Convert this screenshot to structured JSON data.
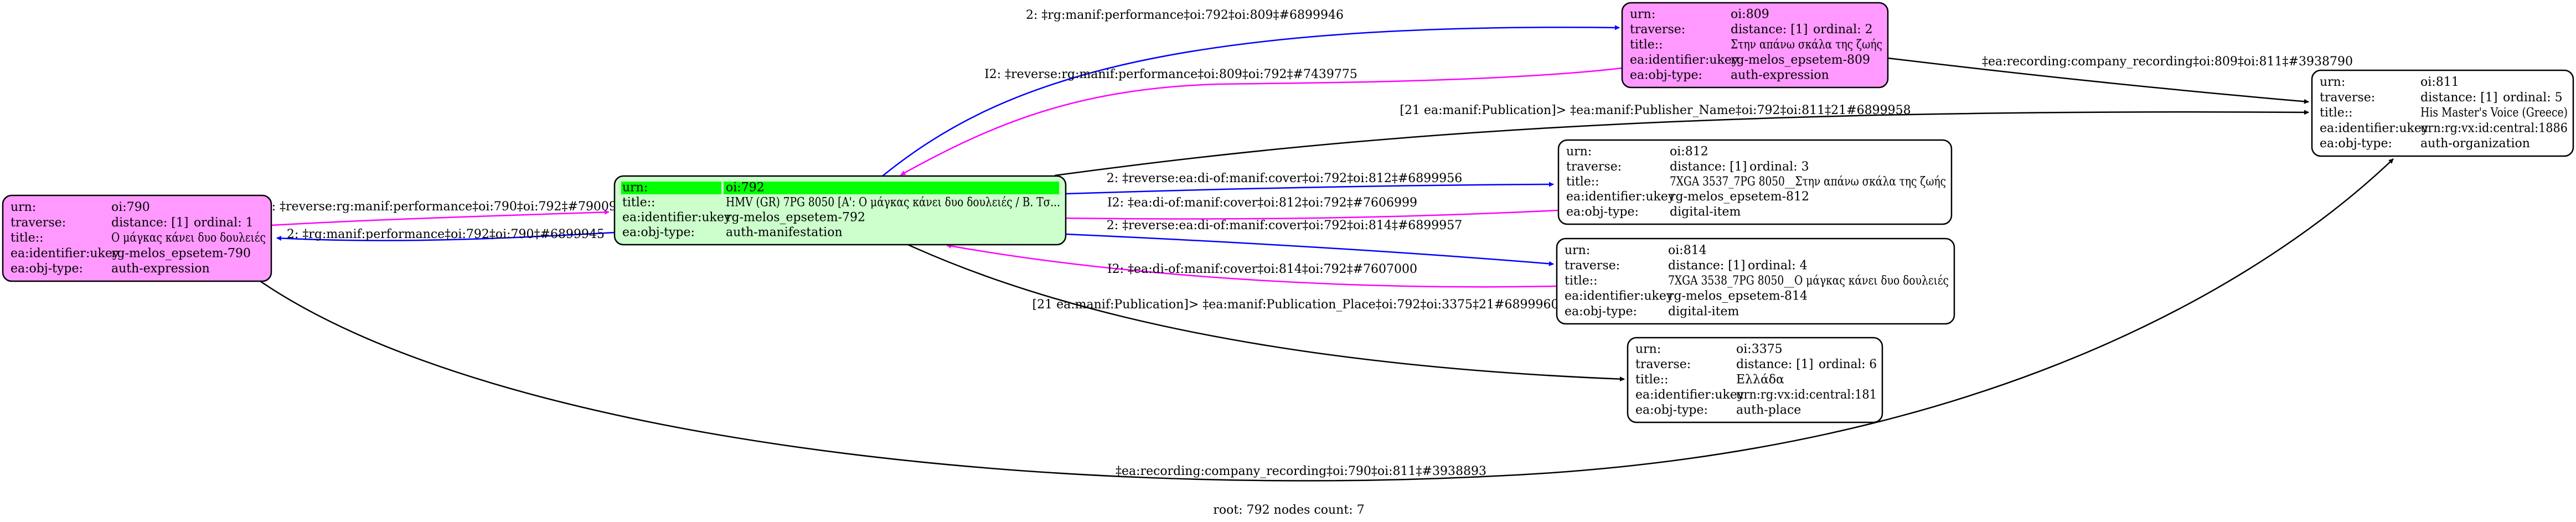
{
  "colors": {
    "expression_fill": "#ff99ff",
    "manifestation_fill": "#ccffcc",
    "root_highlight": "#00ff00",
    "plain_fill": "#ffffff",
    "edge_forward": "#0000ff",
    "edge_inverse": "#ff00ff",
    "edge_other": "#000000"
  },
  "graph": {
    "footer": "root: 792 nodes count: 7",
    "root": "oi:792",
    "node_count": 7
  },
  "nodes": [
    {
      "id": "oi:790",
      "fill": "expression_fill",
      "rows": [
        {
          "key": "urn:",
          "value": "oi:790"
        },
        {
          "key": "traverse:",
          "value": "distance: [1]",
          "extra": "ordinal: 1"
        },
        {
          "key": "title::",
          "value": "Ο μάγκας κάνει δυο δουλειές"
        },
        {
          "key": "ea:identifier:ukey",
          "value": "rg-melos_epsetem-790"
        },
        {
          "key": "ea:obj-type:",
          "value": "auth-expression"
        }
      ]
    },
    {
      "id": "oi:792",
      "fill": "manifestation_fill",
      "is_root": true,
      "rows": [
        {
          "key": "urn:",
          "value": "oi:792"
        },
        {
          "key": "title::",
          "value": "HMV (GR) 7PG 8050 [A': Ο μάγκας κάνει δυο δουλειές / B. Τσ..."
        },
        {
          "key": "ea:identifier:ukey",
          "value": "rg-melos_epsetem-792"
        },
        {
          "key": "ea:obj-type:",
          "value": "auth-manifestation"
        }
      ]
    },
    {
      "id": "oi:809",
      "fill": "expression_fill",
      "rows": [
        {
          "key": "urn:",
          "value": "oi:809"
        },
        {
          "key": "traverse:",
          "value": "distance: [1]",
          "extra": "ordinal: 2"
        },
        {
          "key": "title::",
          "value": "Στην απάνω σκάλα της ζωής"
        },
        {
          "key": "ea:identifier:ukey",
          "value": "rg-melos_epsetem-809"
        },
        {
          "key": "ea:obj-type:",
          "value": "auth-expression"
        }
      ]
    },
    {
      "id": "oi:811",
      "fill": "plain_fill",
      "rows": [
        {
          "key": "urn:",
          "value": "oi:811"
        },
        {
          "key": "traverse:",
          "value": "distance: [1]",
          "extra": "ordinal: 5"
        },
        {
          "key": "title::",
          "value": "His Master's Voice (Greece)"
        },
        {
          "key": "ea:identifier:ukey",
          "value": "urn:rg:vx:id:central:1886"
        },
        {
          "key": "ea:obj-type:",
          "value": "auth-organization"
        }
      ]
    },
    {
      "id": "oi:812",
      "fill": "plain_fill",
      "rows": [
        {
          "key": "urn:",
          "value": "oi:812"
        },
        {
          "key": "traverse:",
          "value": "distance: [1]",
          "extra": "ordinal: 3"
        },
        {
          "key": "title::",
          "value": "7XGA 3537_7PG 8050__Στην απάνω σκάλα της ζωής"
        },
        {
          "key": "ea:identifier:ukey",
          "value": "rg-melos_epsetem-812"
        },
        {
          "key": "ea:obj-type:",
          "value": "digital-item"
        }
      ]
    },
    {
      "id": "oi:814",
      "fill": "plain_fill",
      "rows": [
        {
          "key": "urn:",
          "value": "oi:814"
        },
        {
          "key": "traverse:",
          "value": "distance: [1]",
          "extra": "ordinal: 4"
        },
        {
          "key": "title::",
          "value": "7XGA 3538_7PG 8050__Ο μάγκας κάνει δυο δουλειές"
        },
        {
          "key": "ea:identifier:ukey",
          "value": "rg-melos_epsetem-814"
        },
        {
          "key": "ea:obj-type:",
          "value": "digital-item"
        }
      ]
    },
    {
      "id": "oi:3375",
      "fill": "plain_fill",
      "rows": [
        {
          "key": "urn:",
          "value": "oi:3375"
        },
        {
          "key": "traverse:",
          "value": "distance: [1]",
          "extra": "ordinal: 6"
        },
        {
          "key": "title::",
          "value": "Ελλάδα"
        },
        {
          "key": "ea:identifier:ukey",
          "value": "urn:rg:vx:id:central:181"
        },
        {
          "key": "ea:obj-type:",
          "value": "auth-place"
        }
      ]
    }
  ],
  "edges": [
    {
      "from": "oi:790",
      "to": "oi:792",
      "kind": "edge_inverse",
      "label": "I2: ‡reverse:rg:manif:performance‡oi:790‡oi:792‡#7900930"
    },
    {
      "from": "oi:792",
      "to": "oi:790",
      "kind": "edge_forward",
      "label": "2: ‡rg:manif:performance‡oi:792‡oi:790‡#6899945"
    },
    {
      "from": "oi:792",
      "to": "oi:809",
      "kind": "edge_forward",
      "label": "2: ‡rg:manif:performance‡oi:792‡oi:809‡#6899946"
    },
    {
      "from": "oi:809",
      "to": "oi:792",
      "kind": "edge_inverse",
      "label": "I2: ‡reverse:rg:manif:performance‡oi:809‡oi:792‡#7439775"
    },
    {
      "from": "oi:809",
      "to": "oi:811",
      "kind": "edge_other",
      "label": "‡ea:recording:company_recording‡oi:809‡oi:811‡#3938790"
    },
    {
      "from": "oi:792",
      "to": "oi:811",
      "kind": "edge_other",
      "label": "[21 ea:manif:Publication]> ‡ea:manif:Publisher_Name‡oi:792‡oi:811‡21#6899958"
    },
    {
      "from": "oi:792",
      "to": "oi:812",
      "kind": "edge_forward",
      "label": "2: ‡reverse:ea:di-of:manif:cover‡oi:792‡oi:812‡#6899956"
    },
    {
      "from": "oi:812",
      "to": "oi:792",
      "kind": "edge_inverse",
      "label": "I2: ‡ea:di-of:manif:cover‡oi:812‡oi:792‡#7606999"
    },
    {
      "from": "oi:792",
      "to": "oi:814",
      "kind": "edge_forward",
      "label": "2: ‡reverse:ea:di-of:manif:cover‡oi:792‡oi:814‡#6899957"
    },
    {
      "from": "oi:814",
      "to": "oi:792",
      "kind": "edge_inverse",
      "label": "I2: ‡ea:di-of:manif:cover‡oi:814‡oi:792‡#7607000"
    },
    {
      "from": "oi:792",
      "to": "oi:3375",
      "kind": "edge_other",
      "label": "[21 ea:manif:Publication]> ‡ea:manif:Publication_Place‡oi:792‡oi:3375‡21#6899960"
    },
    {
      "from": "oi:790",
      "to": "oi:811",
      "kind": "edge_other",
      "label": "‡ea:recording:company_recording‡oi:790‡oi:811‡#3938893"
    }
  ]
}
